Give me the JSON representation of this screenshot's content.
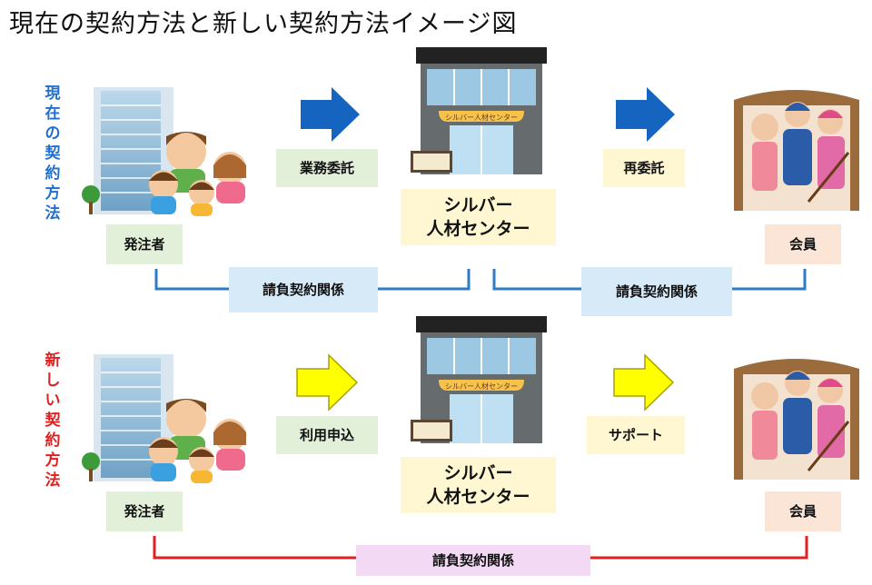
{
  "title": "現在の契約方法と新しい契約方法イメージ図",
  "rows": [
    {
      "side_label": "現在の契約方法",
      "orderer_label": "発注者",
      "arrow1_label": "業務委託",
      "center_label": "シルバー\n人材センター",
      "arrow2_label": "再委託",
      "member_label": "会員",
      "contract_left": "請負契約関係",
      "contract_right": "請負契約関係",
      "arrow_color": "#1565c0",
      "line_color": "#2e7bc4",
      "side_color": "#1f6fd1"
    },
    {
      "side_label": "新しい契約方法",
      "orderer_label": "発注者",
      "arrow1_label": "利用申込",
      "center_label": "シルバー\n人材センター",
      "arrow2_label": "サポート",
      "member_label": "会員",
      "contract_label": "請負契約関係",
      "arrow_color": "#ffff00",
      "line_color": "#e02020",
      "side_color": "#e02020"
    }
  ],
  "building_sign": "シルバー人材センター",
  "icons": [
    "office-building-icon",
    "family-icon",
    "silver-center-building-icon",
    "elderly-members-icon",
    "arrow-right-icon"
  ]
}
